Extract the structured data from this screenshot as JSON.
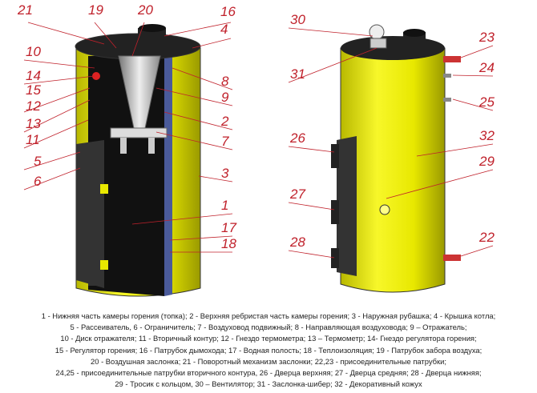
{
  "labels_left": [
    {
      "n": "21"
    },
    {
      "n": "19"
    },
    {
      "n": "20"
    },
    {
      "n": "16"
    },
    {
      "n": "4"
    },
    {
      "n": "10"
    },
    {
      "n": "14"
    },
    {
      "n": "15"
    },
    {
      "n": "12"
    },
    {
      "n": "13"
    },
    {
      "n": "11"
    },
    {
      "n": "5"
    },
    {
      "n": "6"
    },
    {
      "n": "8"
    },
    {
      "n": "9"
    },
    {
      "n": "2"
    },
    {
      "n": "7"
    },
    {
      "n": "3"
    },
    {
      "n": "1"
    },
    {
      "n": "17"
    },
    {
      "n": "18"
    }
  ],
  "labels_right": [
    {
      "n": "30"
    },
    {
      "n": "23"
    },
    {
      "n": "31"
    },
    {
      "n": "24"
    },
    {
      "n": "25"
    },
    {
      "n": "26"
    },
    {
      "n": "32"
    },
    {
      "n": "29"
    },
    {
      "n": "27"
    },
    {
      "n": "22"
    },
    {
      "n": "28"
    }
  ],
  "legend": [
    "1 - Нижняя часть камеры горения (топка); 2 - Верхняя ребристая часть камеры горения; 3 - Наружная рубашка; 4 - Крышка котла;",
    "5 - Рассеиватель, 6 - Ограничитель; 7 - Воздуховод подвижный; 8 - Направляющая воздуховода; 9 – Отражатель;",
    "10 - Диск отражателя; 11 - Вторичный контур; 12 - Гнездо термометра; 13 – Термометр; 14- Гнездо регулятора горения;",
    "15 - Регулятор горения; 16 - Патрубок дымохода; 17 - Водная полость; 18 - Теплоизоляция; 19 - Патрубок забора воздуха;",
    "20 - Воздушная заслонка; 21 - Поворотный механизм заслонки; 22,23 - присоединительные патрубки;",
    "24,25 - присоединительные патрубки вторичного контура, 26 - Дверца верхняя; 27 - Дверца средняя; 28 - Дверца нижняя;",
    "29 - Тросик с кольцом, 30 – Вентилятор; 31 - Заслонка-шибер; 32 - Декоративный кожух"
  ],
  "colors": {
    "jacket": "#f2f200",
    "label": "#c0212b",
    "door": "#2a2a2a"
  }
}
